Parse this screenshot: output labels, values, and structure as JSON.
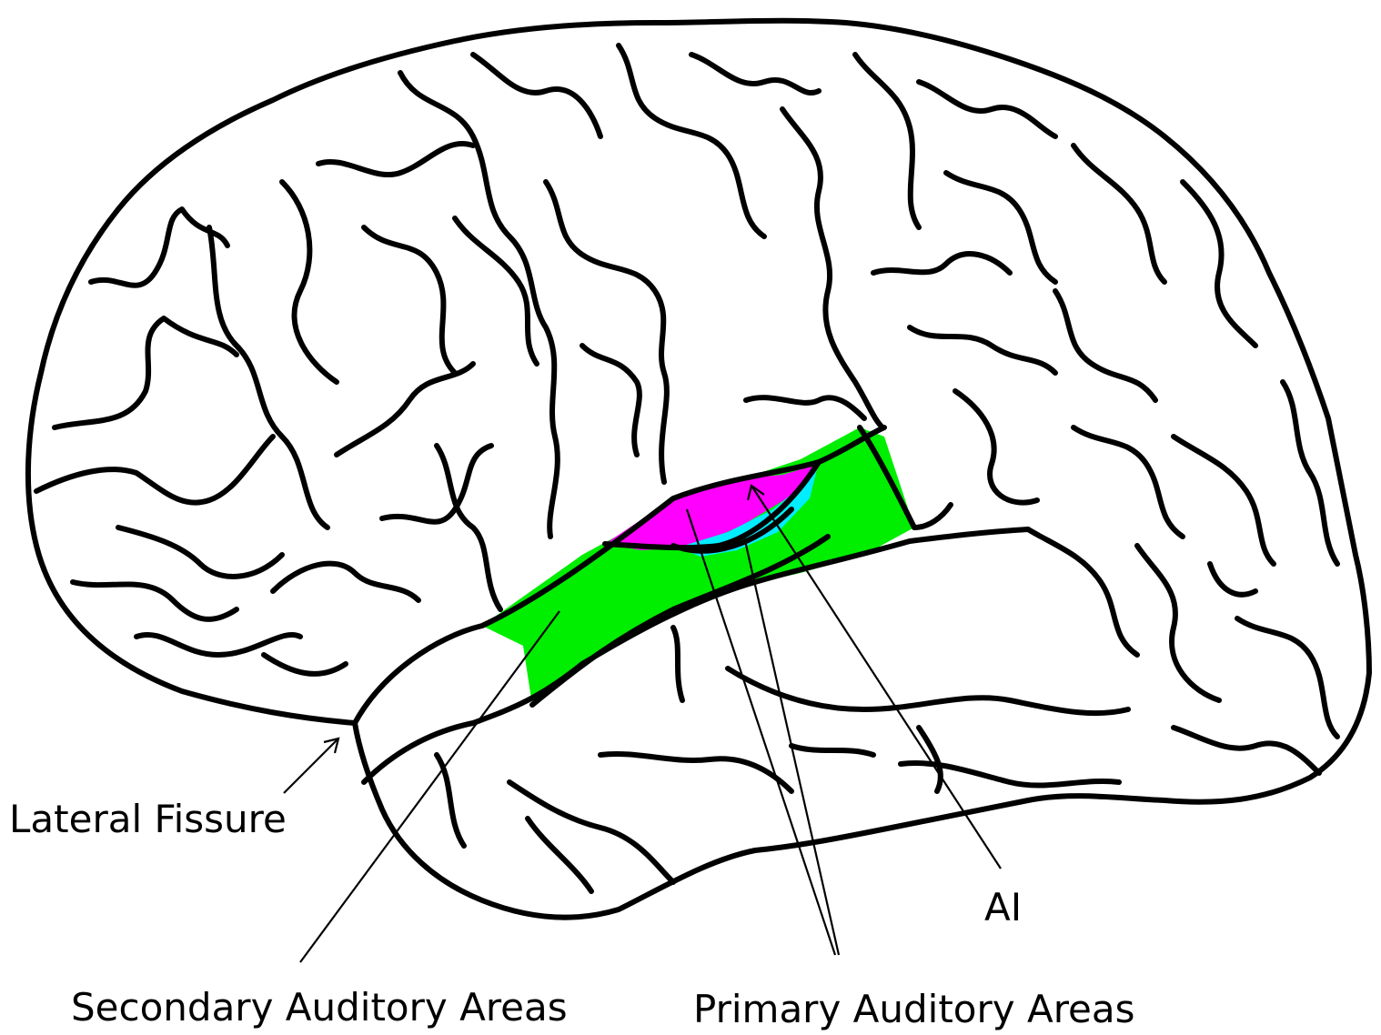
{
  "labels": {
    "lateral_fissure": "Lateral Fissure",
    "ai": "AI",
    "secondary": "Secondary Auditory Areas",
    "primary": "Primary Auditory Areas"
  },
  "colors": {
    "secondary_area": "#00ee00",
    "primary_area_magenta": "#ff00ff",
    "primary_area_cyan": "#00eeff",
    "outline": "#000000",
    "background": "#ffffff"
  }
}
